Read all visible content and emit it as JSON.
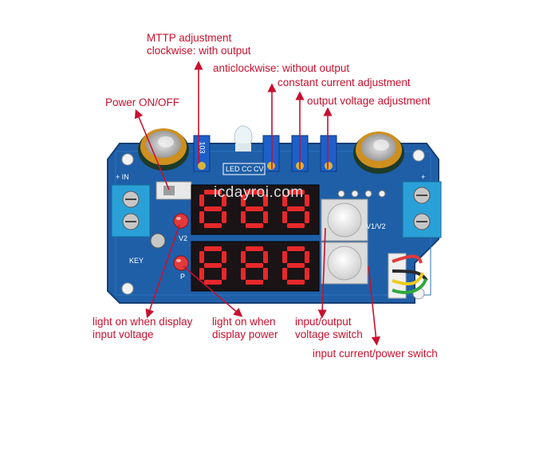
{
  "labels": {
    "mttp_line1": "MTTP adjustment",
    "mttp_line2": "clockwise: with output",
    "anticlockwise": "anticlockwise: without output",
    "constant_current": "constant current adjustment",
    "output_voltage": "output voltage adjustment",
    "power_onoff": "Power ON/OFF",
    "light_input_line1": "light on when display",
    "light_input_line2": "input voltage",
    "light_power_line1": "light on when",
    "light_power_line2": "display power",
    "io_switch_line1": "input/output",
    "io_switch_line2": "voltage switch",
    "current_power_switch": "input current/power switch"
  },
  "watermark": "icdayroi.com",
  "board": {
    "in_label": "+ IN",
    "out_label": "+",
    "key_label": "KEY",
    "v2_label": "V2",
    "p_label": "P",
    "v1v2_label": "V1/V2",
    "led_labels": [
      "LED",
      "CC",
      "CV"
    ],
    "pot_label": "103"
  },
  "colors": {
    "label": "#c8102e",
    "pcb": "#1f5fa8",
    "display_digit": "#e8282a",
    "display_bg": "#1a1416",
    "terminal": "#2aa0d8"
  }
}
